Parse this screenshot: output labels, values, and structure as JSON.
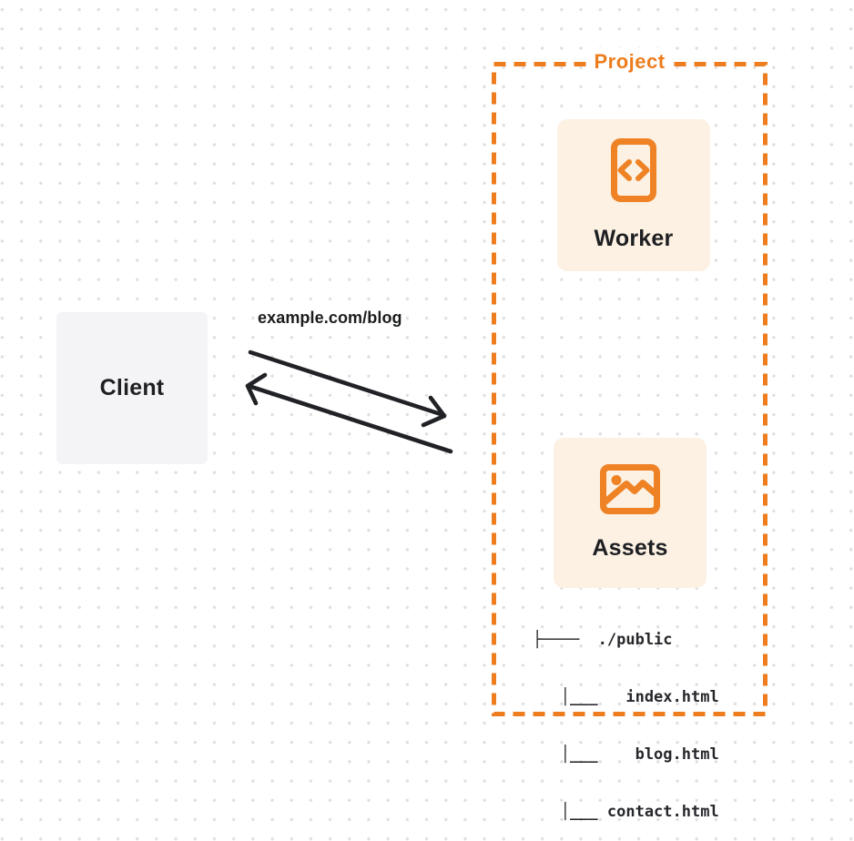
{
  "colors": {
    "accent_orange": "#ed7d1f",
    "icon_orange": "#ee8224",
    "card_cream": "#fcf1e3",
    "client_gray": "#f4f4f6",
    "text_dark": "#1e1f22",
    "arrow_black": "#212226",
    "dot_grid": "#dfdfe2"
  },
  "client": {
    "label": "Client"
  },
  "request": {
    "url_label": "example.com/blog"
  },
  "project": {
    "label": "Project",
    "worker": {
      "label": "Worker",
      "icon": "code-file-icon"
    },
    "assets": {
      "label": "Assets",
      "icon": "image-icon",
      "file_tree": [
        "├────  ./public",
        "   │___   index.html",
        "   │___    blog.html",
        "   │___ contact.html"
      ]
    }
  }
}
